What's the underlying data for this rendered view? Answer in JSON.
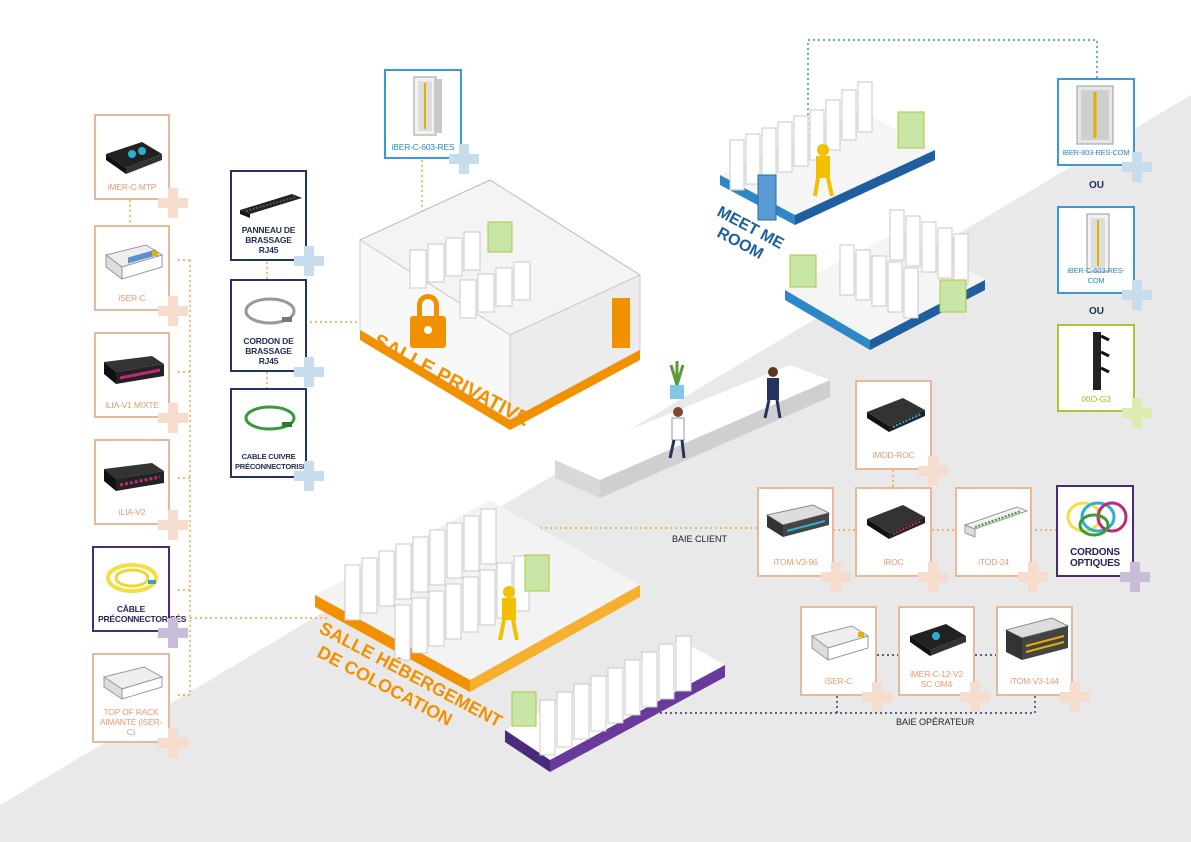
{
  "left_column": [
    {
      "label": "iMER-C-MTP"
    },
    {
      "label": "iSER-C"
    },
    {
      "label": "iLIA-V1 MIXTE"
    },
    {
      "label": "iLIA-V2"
    },
    {
      "label": "CÂBLE PRÉCONNECTORISÉS"
    },
    {
      "label": "TOP OF RACK AIMANTÉ (iSER-C)"
    }
  ],
  "second_column": [
    {
      "label": "PANNEAU DE BRASSAGE RJ45"
    },
    {
      "label": "CORDON DE BRASSAGE RJ45"
    },
    {
      "label": "CABLE CUIVRE PRÉCONNECTORISÉ"
    }
  ],
  "top_card": {
    "label": "iBER-C-603-RES"
  },
  "right_column": [
    {
      "label": "iBER-803-RES-COM"
    },
    {
      "label": "iBER-C-603-RES-COM"
    },
    {
      "label": "iXIO-G3"
    }
  ],
  "ou_label": "OU",
  "client_row": [
    {
      "label": "iMOD-ROC"
    },
    {
      "label": "iTOM-V3-96"
    },
    {
      "label": "iROC"
    },
    {
      "label": "iTOD-24"
    },
    {
      "label": "CORDONS OPTIQUES"
    }
  ],
  "operator_row": [
    {
      "label": "iSER-C"
    },
    {
      "label": "iMER-C-12-V2 SC OM4"
    },
    {
      "label": "iTOM-V3-144"
    }
  ],
  "rooms": {
    "private": "SALLE PRIVATIVE",
    "meet_me_line1": "MEET ME",
    "meet_me_line2": "ROOM",
    "colocation_line1": "SALLE HÉBERGEMENT",
    "colocation_line2": "DE COLOCATION"
  },
  "tags": {
    "baie_client": "BAIE CLIENT",
    "baie_operateur": "BAIE OPÉRATEUR"
  },
  "colors": {
    "orange": "#f29100",
    "orange_light": "#e8b89a",
    "blue": "#2e88c8",
    "navy": "#24345e",
    "purple": "#4a2a7a",
    "lime": "#a9c93a",
    "gray": "#e8e8e8"
  }
}
